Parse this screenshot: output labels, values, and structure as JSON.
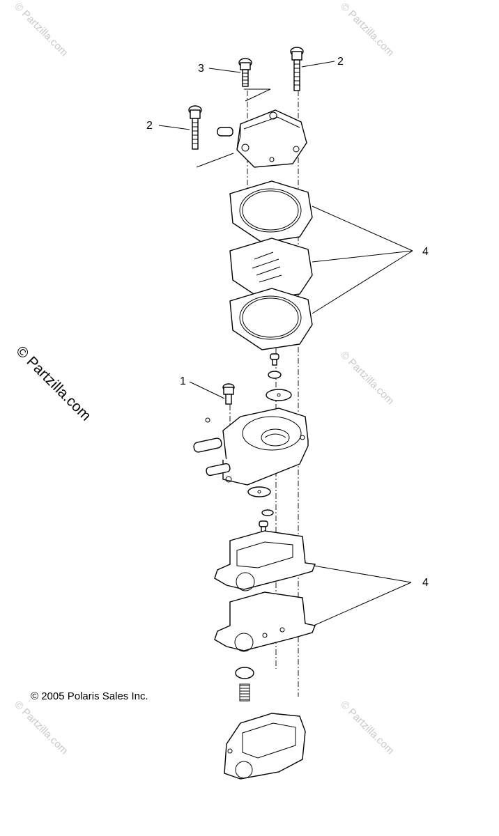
{
  "callouts": [
    {
      "id": "c3",
      "text": "3"
    },
    {
      "id": "c2a",
      "text": "2"
    },
    {
      "id": "c2b",
      "text": "2"
    },
    {
      "id": "c4a",
      "text": "4"
    },
    {
      "id": "c1",
      "text": "1"
    },
    {
      "id": "c4b",
      "text": "4"
    }
  ],
  "copyright": "© 2005 Polaris Sales Inc.",
  "watermark": {
    "small": "© Partzilla.com",
    "large": "© Partzilla.com",
    "color": "#c9c9c9"
  }
}
